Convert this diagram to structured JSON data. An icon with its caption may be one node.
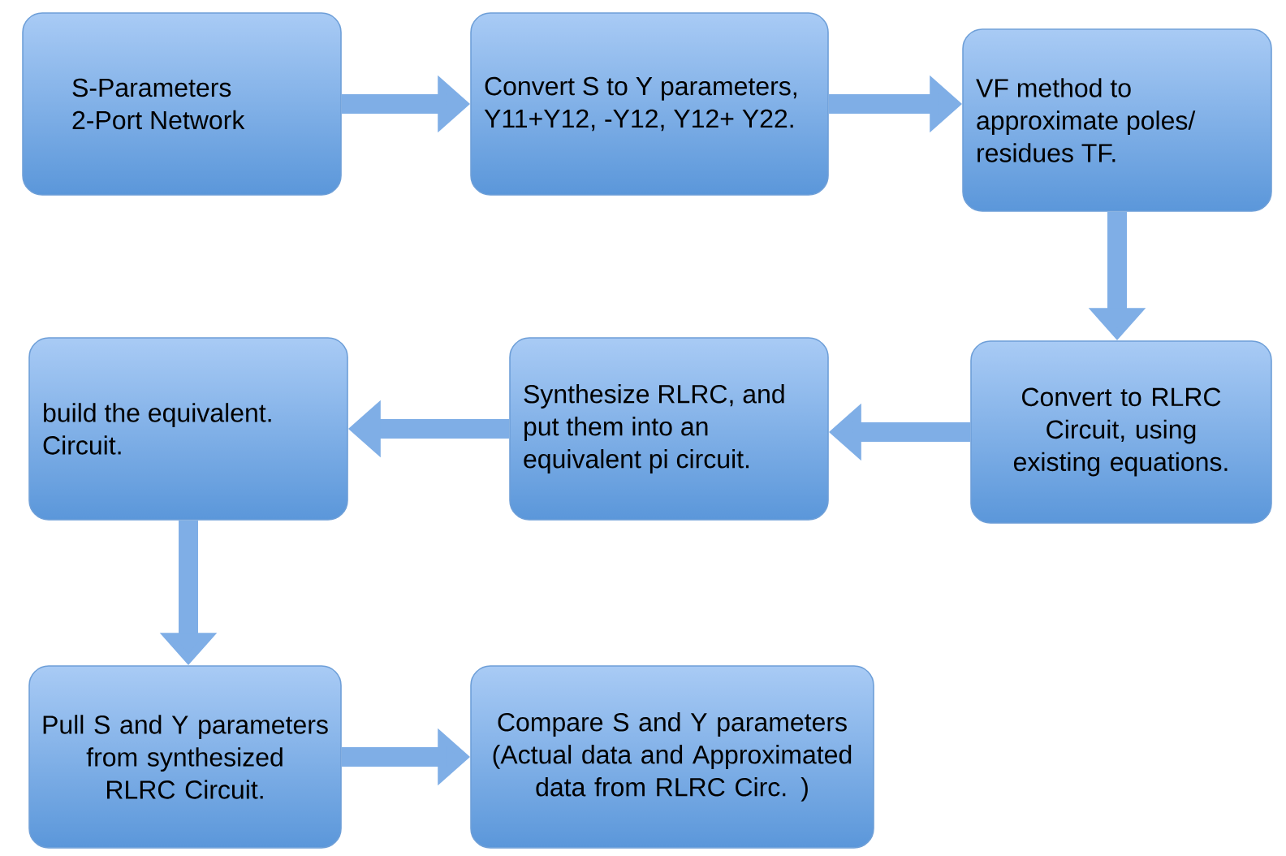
{
  "diagram": {
    "nodes": [
      {
        "text": [
          "S-Parameters 2-Port Network"
        ]
      },
      {
        "text": [
          "Convert S to Y parameters,  Y11+Y12, -Y12, Y12+ Y22."
        ]
      },
      {
        "text": [
          "VF method to approximate poles/ residues TF."
        ]
      },
      {
        "text": [
          "Convert to RLRC Circuit,  using existing equations."
        ]
      },
      {
        "text": [
          "Synthesize RLRC, and put them into an equivalent pi circuit."
        ]
      },
      {
        "text": [
          "build the equivalent. Circuit."
        ]
      },
      {
        "text": [
          "Pull S and Y parameters  from synthesized RLRC Circuit."
        ]
      },
      {
        "text": [
          "Compare S and Y parameters (Actual  data and Approximated data from RLRC Circ. )"
        ]
      }
    ],
    "edges": [
      {
        "from": 0,
        "to": 1,
        "arrow": "to"
      },
      {
        "from": 1,
        "to": 2,
        "arrow": "to"
      },
      {
        "from": 2,
        "to": 3,
        "arrow": "to"
      },
      {
        "from": 3,
        "to": 4,
        "arrow": "to"
      },
      {
        "from": 4,
        "to": 5,
        "arrow": "to"
      },
      {
        "from": 5,
        "to": 6,
        "arrow": "to"
      },
      {
        "from": 6,
        "to": 7,
        "arrow": "to"
      }
    ]
  }
}
